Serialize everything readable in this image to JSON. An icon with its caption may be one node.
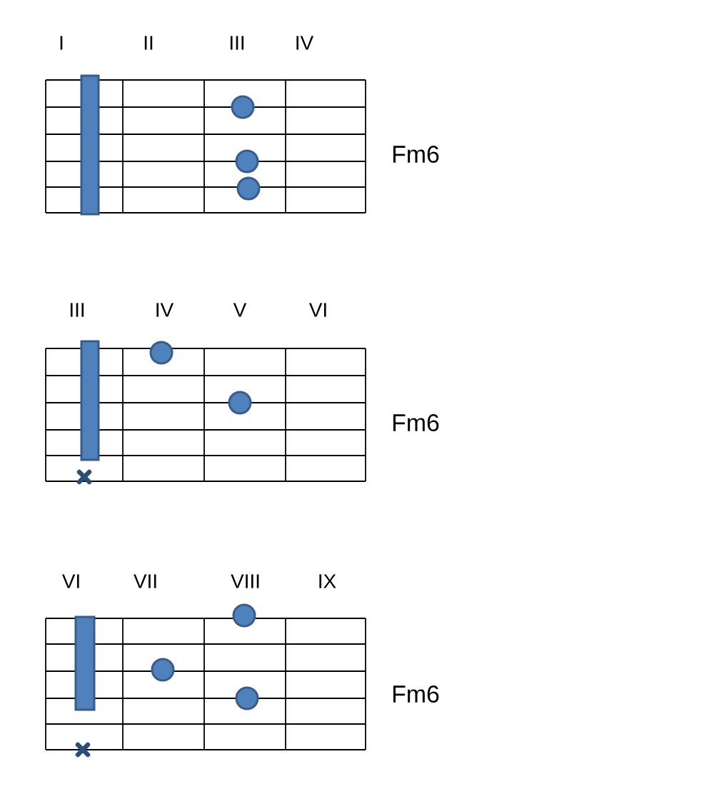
{
  "diagram": {
    "nodes": [
      {
        "text": [],
        "shape": "bar"
      },
      {
        "text": [],
        "shape": "bar"
      },
      {
        "text": [],
        "shape": "bar"
      }
    ],
    "labels": [
      "I",
      "II",
      "III",
      "IV",
      "Fm6",
      "III",
      "IV",
      "V",
      "VI",
      "Fm6",
      "VI",
      "VII",
      "VIII",
      "IX",
      "Fm6"
    ]
  }
}
